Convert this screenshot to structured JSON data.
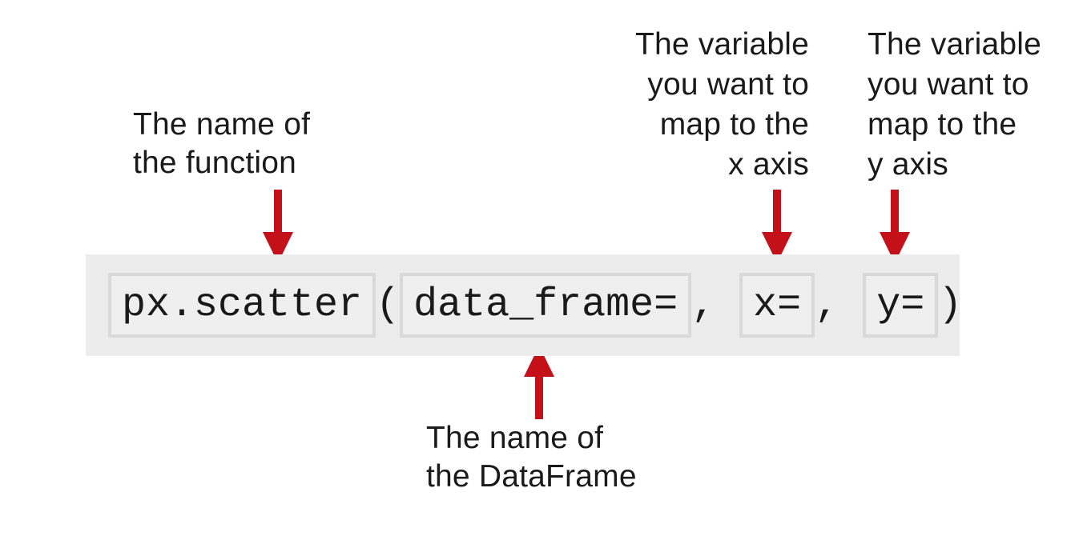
{
  "colors": {
    "arrow_red": "#c41119",
    "strip_background": "#ececec",
    "box_border": "#d9d9d9",
    "box_background": "#efefef",
    "text": "#1a1a1a"
  },
  "annotations": {
    "function_label": {
      "lines": [
        "The name of",
        "the function"
      ]
    },
    "x_axis_label": {
      "lines": [
        "The variable",
        "you want to",
        "map to the",
        "x axis"
      ]
    },
    "y_axis_label": {
      "lines": [
        "The variable",
        "you want to",
        "map to the",
        "y axis"
      ]
    },
    "dataframe_label": {
      "lines": [
        "The name of",
        "the DataFrame"
      ]
    }
  },
  "code": {
    "function_name": "px.scatter",
    "open_paren": "(",
    "dataframe_param": "data_frame=",
    "separator_1": ", ",
    "x_param": "x=",
    "separator_2": ", ",
    "y_param": "y=",
    "close_paren": ")"
  }
}
